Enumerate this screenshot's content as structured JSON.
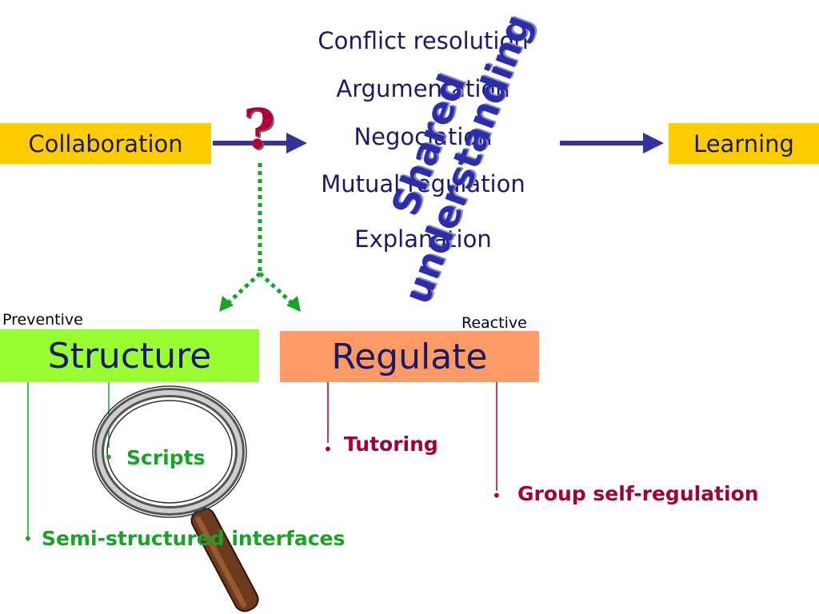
{
  "left_box": "Collaboration",
  "right_box": "Learning",
  "question_mark": "?",
  "processes": [
    "Conflict resolution",
    "Argumentation",
    "Negociation",
    "Mutual regulation",
    "Explanation"
  ],
  "overlay": {
    "line1": "Shared",
    "line2": "understanding"
  },
  "preventive_label": "Preventive",
  "reactive_label": "Reactive",
  "structure_box": "Structure",
  "regulate_box": "Regulate",
  "structure_items": [
    "Scripts",
    "Semi-structured interfaces"
  ],
  "regulate_items": [
    "Tutoring",
    "Group self-regulation"
  ],
  "bullet": "•",
  "colors": {
    "yellow_box": "#ffcc00",
    "structure_box": "#99ff33",
    "regulate_box": "#ff9966",
    "text_navy": "#1a1a66",
    "arrow_blue": "#333399",
    "dotted_green": "#19a326",
    "item_red": "#a3003a",
    "overlay_blue": "#2b2ea8"
  },
  "icons": [
    "magnifying-glass-icon",
    "arrow-right-icon",
    "dotted-split-arrow-icon"
  ]
}
